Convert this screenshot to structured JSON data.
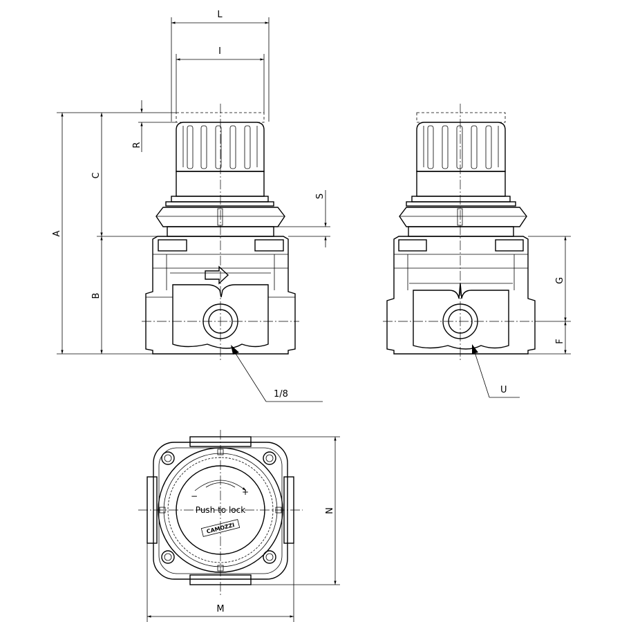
{
  "dimensions": {
    "L": "L",
    "I": "I",
    "R": "R",
    "C": "C",
    "A": "A",
    "B": "B",
    "S": "S",
    "G": "G",
    "F": "F",
    "N": "N",
    "M": "M"
  },
  "callouts": {
    "port_size": "1/8",
    "port_u": "U"
  },
  "knob": {
    "push_text": "Push to lock",
    "brand": "CAMOZZI",
    "minus": "−",
    "plus": "+"
  }
}
